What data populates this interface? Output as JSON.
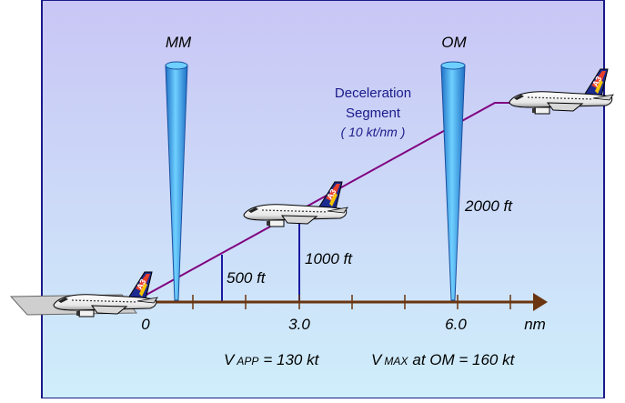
{
  "markers": {
    "middle_marker_label": "MM",
    "outer_marker_label": "OM"
  },
  "segment": {
    "line1": "Deceleration",
    "line2": "Segment",
    "line3": "( 10 kt/nm )"
  },
  "altitudes": {
    "a500": "500 ft",
    "a1000": "1000 ft",
    "a2000": "2000 ft"
  },
  "axis": {
    "tick_0": "0",
    "tick_3": "3.0",
    "tick_6": "6.0",
    "unit": "nm"
  },
  "speeds": {
    "vapp_v": "V",
    "vapp_sub": "APP",
    "vapp_value": "= 130 kt",
    "vmax_v": "V",
    "vmax_sub": "MAX",
    "vmax_value": "at OM = 160 kt"
  },
  "aircraft": {
    "tail_text": "A3"
  },
  "colors": {
    "sky_top": "#c9c6f5",
    "sky_bottom": "#cfeefb",
    "flight_path": "#800080",
    "axis": "#6b3510",
    "marker_beam": "#3fa3e0",
    "altitude_line": "#1a1aa0",
    "runway": "#c8c8c8"
  }
}
